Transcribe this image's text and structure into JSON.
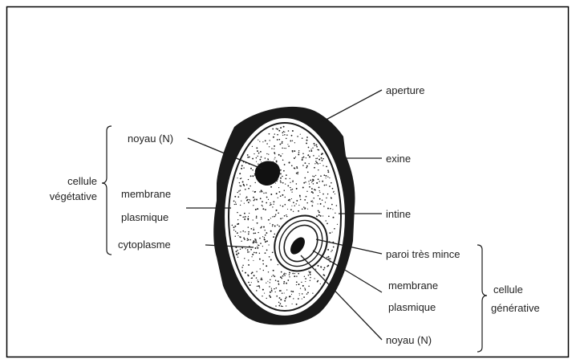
{
  "colors": {
    "ink": "#1a1a1a",
    "frame": "#000000",
    "background": "#ffffff"
  },
  "labels": {
    "aperture": "aperture",
    "exine": "exine",
    "intine": "intine",
    "noyau_veg": "noyau (N)",
    "cellule_veg_1": "cellule",
    "cellule_veg_2": "végétative",
    "membrane_veg_1": "membrane",
    "membrane_veg_2": "plasmique",
    "cytoplasme": "cytoplasme",
    "paroi": "paroi très mince",
    "membrane_gen_1": "membrane",
    "membrane_gen_2": "plasmique",
    "noyau_gen": "noyau (N)",
    "cellule_gen_1": "cellule",
    "cellule_gen_2": "générative"
  }
}
